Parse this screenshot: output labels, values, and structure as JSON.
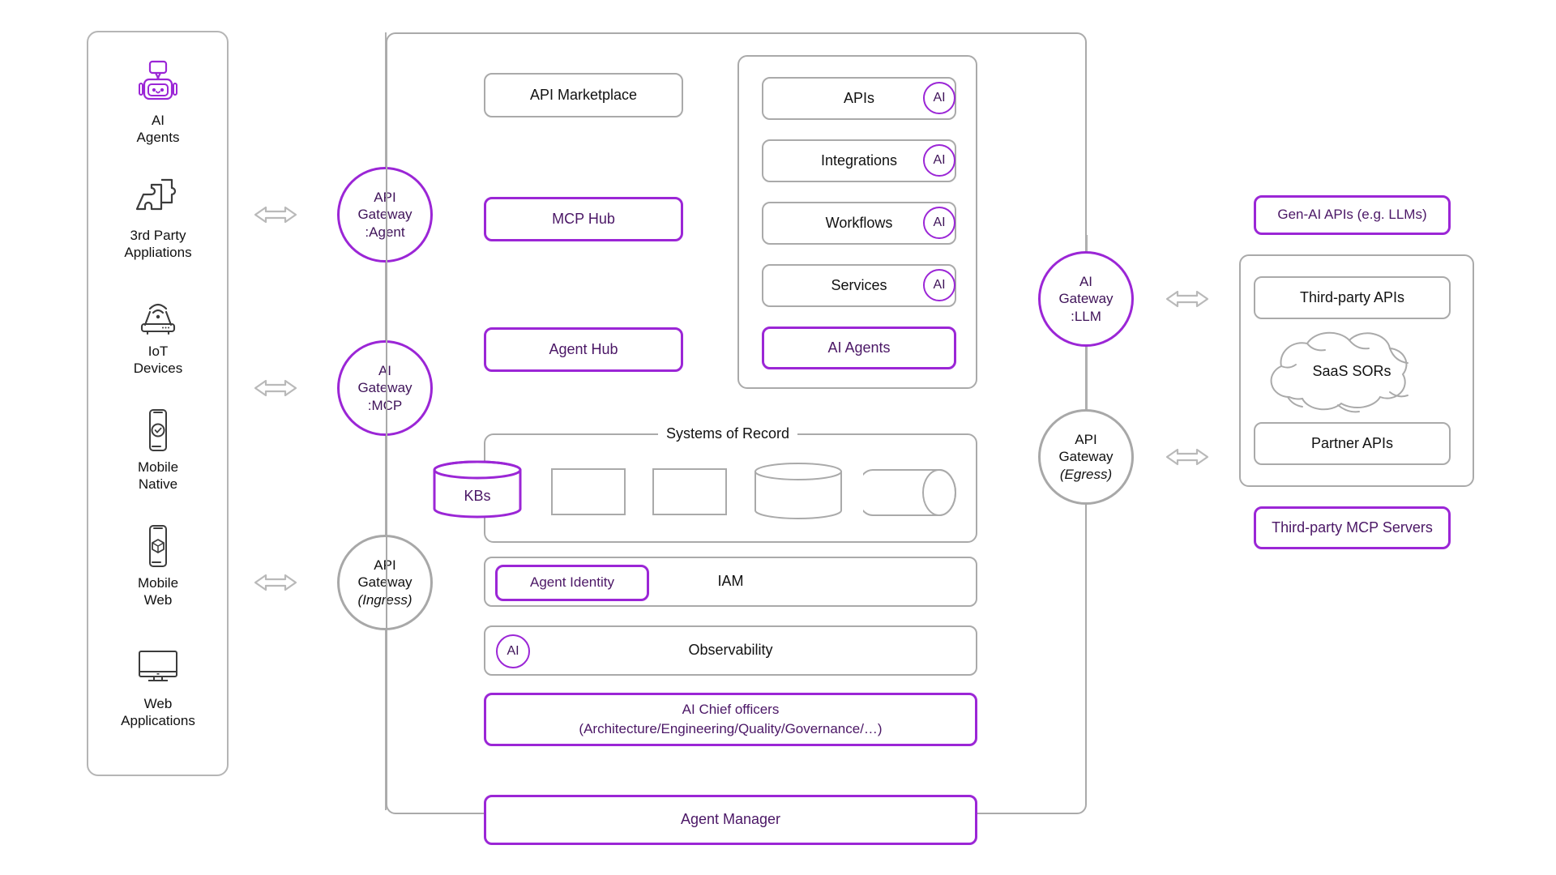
{
  "colors": {
    "accent": "#9B26D6",
    "accent_text": "#4B1766",
    "neutral_border": "#aaaaaa",
    "text": "#111111",
    "line": "#b0b0b0"
  },
  "left_panel": {
    "items": [
      {
        "label": "AI\nAgents",
        "icon": "robot-icon",
        "accent": true
      },
      {
        "label": "3rd Party\nAppliations",
        "icon": "puzzle-icon",
        "accent": false
      },
      {
        "label": "IoT\nDevices",
        "icon": "router-icon",
        "accent": false
      },
      {
        "label": "Mobile\nNative",
        "icon": "mobile-check-icon",
        "accent": false
      },
      {
        "label": "Mobile\nWeb",
        "icon": "mobile-cube-icon",
        "accent": false
      },
      {
        "label": "Web\nApplications",
        "icon": "desktop-monitor-icon",
        "accent": false
      }
    ]
  },
  "ingress_gateways": [
    {
      "lines": [
        "API",
        "Gateway",
        ":Agent"
      ],
      "accent": true,
      "italic_last": false
    },
    {
      "lines": [
        "AI",
        "Gateway",
        ":MCP"
      ],
      "accent": true,
      "italic_last": false
    },
    {
      "lines": [
        "API",
        "Gateway",
        "(Ingress)"
      ],
      "accent": false,
      "italic_last": true
    }
  ],
  "egress_gateways": [
    {
      "lines": [
        "AI",
        "Gateway",
        ":LLM"
      ],
      "accent": true,
      "italic_last": false
    },
    {
      "lines": [
        "API",
        "Gateway",
        "(Egress)"
      ],
      "accent": false,
      "italic_last": true
    }
  ],
  "platform": {
    "left_column": [
      {
        "label": "API Marketplace",
        "accent": false
      },
      {
        "label": "MCP Hub",
        "accent": true
      },
      {
        "label": "Agent Hub",
        "accent": true
      }
    ],
    "catalog": [
      {
        "label": "APIs",
        "accent": false,
        "badge": "AI"
      },
      {
        "label": "Integrations",
        "accent": false,
        "badge": "AI"
      },
      {
        "label": "Workflows",
        "accent": false,
        "badge": "AI"
      },
      {
        "label": "Services",
        "accent": false,
        "badge": "AI"
      },
      {
        "label": "AI Agents",
        "accent": true,
        "badge": ""
      }
    ],
    "systems_of_record": {
      "title": "Systems of Record",
      "kb_label": "KBs",
      "shapes": [
        "cylinder-accent",
        "rectangle",
        "rectangle",
        "cylinder",
        "barrel"
      ]
    },
    "identity_row": {
      "chip_label": "Agent Identity",
      "label": "IAM"
    },
    "observability_row": {
      "badge": "AI",
      "label": "Observability"
    },
    "chief_officers": {
      "line1": "AI Chief officers",
      "line2": "(Architecture/Engineering/Quality/Governance/…)"
    },
    "agent_manager": {
      "label": "Agent Manager"
    }
  },
  "right_panel": {
    "gen_ai": {
      "label": "Gen-AI APIs (e.g. LLMs)",
      "accent": true
    },
    "group_items": [
      {
        "label": "Third-party APIs",
        "type": "box"
      },
      {
        "label": "SaaS SORs",
        "type": "cloud"
      },
      {
        "label": "Partner APIs",
        "type": "box"
      }
    ],
    "mcp_servers": {
      "label": "Third-party MCP Servers",
      "accent": true
    }
  },
  "arrows": {
    "icon": "double-arrow-icon",
    "count_left": 3,
    "count_right": 2
  }
}
